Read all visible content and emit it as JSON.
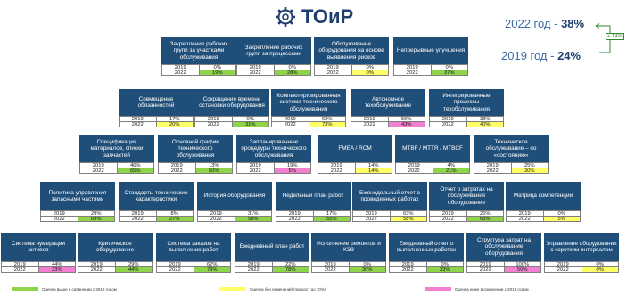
{
  "header": {
    "title": "ТОиР"
  },
  "stats": [
    {
      "year_label": "2022 год - ",
      "value": "38%"
    },
    {
      "year_label": "2019 год - ",
      "value": "24%"
    }
  ],
  "delta": "+ 14%",
  "colors": {
    "header": "#1f4e79",
    "better": "#8ed34a",
    "same": "#ffff66",
    "worse": "#f27fcf"
  },
  "rows": [
    {
      "cards": [
        {
          "label": "Закрепление рабочих групп за участками обслуживания",
          "y2019": "0%",
          "y2022": "19%",
          "status": "better"
        },
        {
          "label": "Закрепление рабочих групп за процессами",
          "y2019": "0%",
          "y2022": "28%",
          "status": "better"
        },
        {
          "label": "Обслуживание оборудования на основе выявления рисков",
          "y2019": "0%",
          "y2022": "0%",
          "status": "same"
        },
        {
          "label": "Непрерывные улучшения",
          "y2019": "0%",
          "y2022": "37%",
          "status": "better"
        }
      ]
    },
    {
      "cards": [
        {
          "label": "Совмещение обязанностей",
          "y2019": "17%",
          "y2022": "20%",
          "status": "same"
        },
        {
          "label": "Сокращение времени остановки оборудования",
          "y2019": "0%",
          "y2022": "31%",
          "status": "better"
        },
        {
          "label": "Компьютеризированная система технического обслуживания",
          "y2019": "63%",
          "y2022": "73%",
          "status": "same"
        },
        {
          "label": "Автономное техобслуживание",
          "y2019": "56%",
          "y2022": "43%",
          "status": "worse"
        },
        {
          "label": "Интегрированные процессы техобслуживания",
          "y2019": "33%",
          "y2022": "40%",
          "status": "same"
        }
      ]
    },
    {
      "cards": [
        {
          "label": "Спецификация материалов, списки запчастей",
          "y2019": "46%",
          "y2022": "65%",
          "status": "better"
        },
        {
          "label": "Основной график технического обслуживания",
          "y2019": "13%",
          "y2022": "50%",
          "status": "better"
        },
        {
          "label": "Запланированные процедуры технического обслуживания",
          "y2019": "19%",
          "y2022": "5%",
          "status": "worse"
        },
        {
          "label": "FMEA / RCM",
          "y2019": "14%",
          "y2022": "14%",
          "status": "same"
        },
        {
          "label": "MTBF / MTTR / MTBCF",
          "y2019": "4%",
          "y2022": "21%",
          "status": "better"
        },
        {
          "label": "Техническое обслуживание – по «состоянию»",
          "y2019": "25%",
          "y2022": "30%",
          "status": "same"
        }
      ]
    },
    {
      "cards": [
        {
          "label": "Политика управления запасными частями",
          "y2019": "29%",
          "y2022": "69%",
          "status": "better"
        },
        {
          "label": "Стандарты технические характеристики",
          "y2019": "8%",
          "y2022": "27%",
          "status": "better"
        },
        {
          "label": "История оборудования",
          "y2019": "31%",
          "y2022": "58%",
          "status": "better"
        },
        {
          "label": "Недельный план работ",
          "y2019": "17%",
          "y2022": "55%",
          "status": "better"
        },
        {
          "label": "Еженедельный отчет о проведенных работах",
          "y2019": "63%",
          "y2022": "58%",
          "status": "same"
        },
        {
          "label": "Отчет о затратах на обслуживание оборудования",
          "y2019": "25%",
          "y2022": "63%",
          "status": "better"
        },
        {
          "label": "Матрица компетенций",
          "y2019": "0%",
          "y2022": "5%",
          "status": "same"
        }
      ]
    },
    {
      "cards": [
        {
          "label": "Система нумерации активов",
          "y2019": "44%",
          "y2022": "33%",
          "status": "worse"
        },
        {
          "label": "Критическое оборудование",
          "y2019": "29%",
          "y2022": "44%",
          "status": "better"
        },
        {
          "label": "Система заказов на выполнение работ",
          "y2019": "62%",
          "y2022": "79%",
          "status": "better"
        },
        {
          "label": "Ежедневный план работ",
          "y2019": "22%",
          "y2022": "78%",
          "status": "better"
        },
        {
          "label": "Исполнение ремонтов и КЭЗ",
          "y2019": "0%",
          "y2022": "30%",
          "status": "better"
        },
        {
          "label": "Ежедневный отчет о выполненных работах",
          "y2019": "0%",
          "y2022": "33%",
          "status": "better"
        },
        {
          "label": "Структура затрат на обслуживание оборудования",
          "y2019": "100%",
          "y2022": "50%",
          "status": "worse"
        },
        {
          "label": "Управление оборудования с коротким интервалом",
          "y2019": "0%",
          "y2022": "0%",
          "status": "same"
        }
      ]
    }
  ],
  "legend": [
    {
      "status": "better",
      "text": "Оценка выше в сравнении с 2019 годом"
    },
    {
      "status": "same",
      "text": "Оценка без изменений (прирост до 10%)"
    },
    {
      "status": "worse",
      "text": "Оценка ниже в сравнении с 2019 годом"
    }
  ]
}
